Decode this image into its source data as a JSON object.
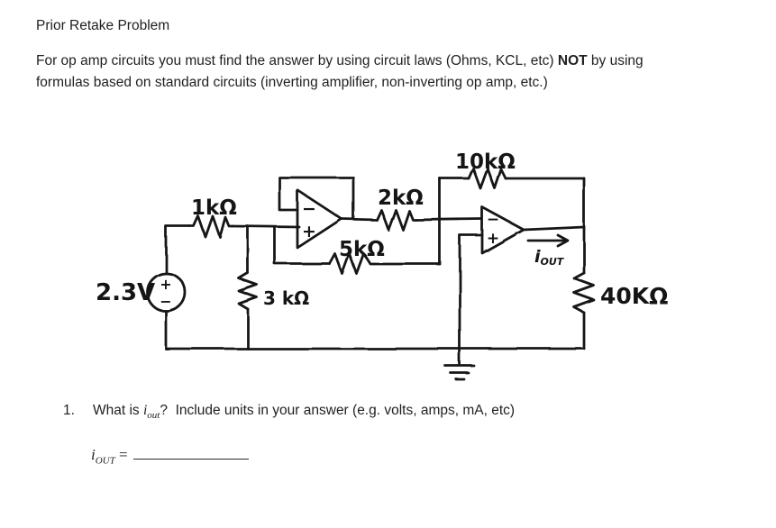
{
  "doc": {
    "title": "Prior Retake Problem",
    "intro": {
      "line1_pre": "For op amp circuits you must find the answer by using circuit laws (Ohms, KCL, etc) ",
      "line1_bold": "NOT",
      "line1_post": " by using",
      "line2": "formulas based on standard circuits (inverting amplifier, non-inverting op amp, etc.)"
    },
    "question": {
      "number": "1.",
      "pre": "What is ",
      "var_base": "i",
      "var_sub": "out",
      "post": "?  Include units in your answer (e.g. volts, amps, mA, etc)"
    },
    "answer": {
      "var_base": "i",
      "var_sub": "OUT",
      "equals": " = "
    }
  },
  "circuit": {
    "source": {
      "label": "2.3V",
      "plus": "+",
      "minus": "−"
    },
    "resistors": {
      "r_input": "1kΩ",
      "r_shunt": "3 kΩ",
      "r_mid": "2kΩ",
      "r_feedback1": "5kΩ",
      "r_feedback2": "10kΩ",
      "r_load": "40KΩ"
    },
    "opamp1": {
      "minus": "−",
      "plus": "+"
    },
    "opamp2": {
      "minus": "−",
      "plus": "+"
    },
    "iout": {
      "base": "i",
      "sub": "OUT"
    },
    "stroke_color": "#191919"
  }
}
